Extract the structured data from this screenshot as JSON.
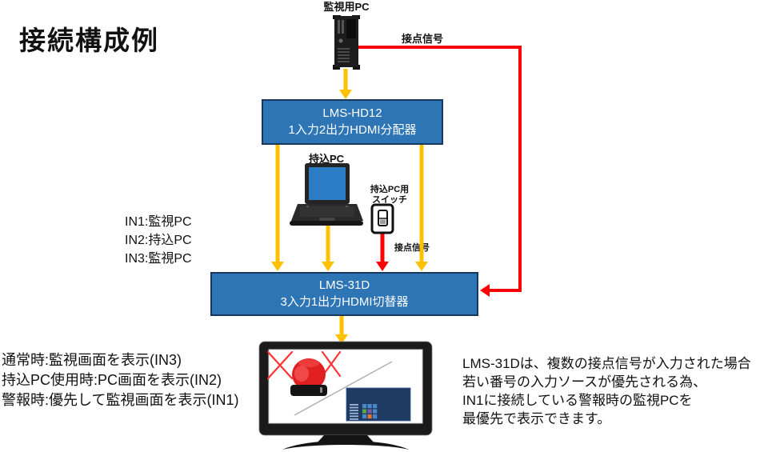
{
  "title": "接続構成例",
  "colors": {
    "connector_yellow": "#FFC000",
    "connector_red": "#FF0000",
    "device_box_fill": "#2E75B6",
    "device_box_border": "#17375D",
    "device_box_text": "#FFFFFF",
    "laptop_screen_blue": "#2B7CC4",
    "alarm_red": "#E02020",
    "mini_desktop_blue": "#1F3B63"
  },
  "devices": {
    "monitor_pc": {
      "label": "監視用PC"
    },
    "splitter": {
      "model": "LMS-HD12",
      "desc": "1入力2出力HDMI分配器"
    },
    "laptop": {
      "label": "持込PC"
    },
    "switch": {
      "label_line1": "持込PC用",
      "label_line2": "スイッチ"
    },
    "switcher": {
      "model": "LMS-31D",
      "desc": "3入力1出力HDMI切替器"
    }
  },
  "signals": {
    "contact_top": "接点信号",
    "contact_switch": "接点信号"
  },
  "inputs": [
    "IN1:監視PC",
    "IN2:持込PC",
    "IN3:監視PC"
  ],
  "notes_left": [
    "通常時:監視画面を表示(IN3)",
    "持込PC使用時:PC画面を表示(IN2)",
    "警報時:優先して監視画面を表示(IN1)"
  ],
  "notes_right": [
    "LMS-31Dは、複数の接点信号が入力された場合",
    "若い番号の入力ソースが優先される為、",
    "IN1に接続している警報時の監視PCを",
    "最優先で表示できます。"
  ],
  "icons": {
    "desktop-pc-icon": "black tower PC illustration",
    "laptop-icon": "black laptop with blue screen",
    "switch-icon": "wall rocker switch plate",
    "monitor-icon": "display with alarm lamp and desktop thumbnail",
    "alarm-lamp-icon": "red rotating warning light",
    "arrow-icons": "yellow HDMI arrows, red contact-signal arrows"
  }
}
